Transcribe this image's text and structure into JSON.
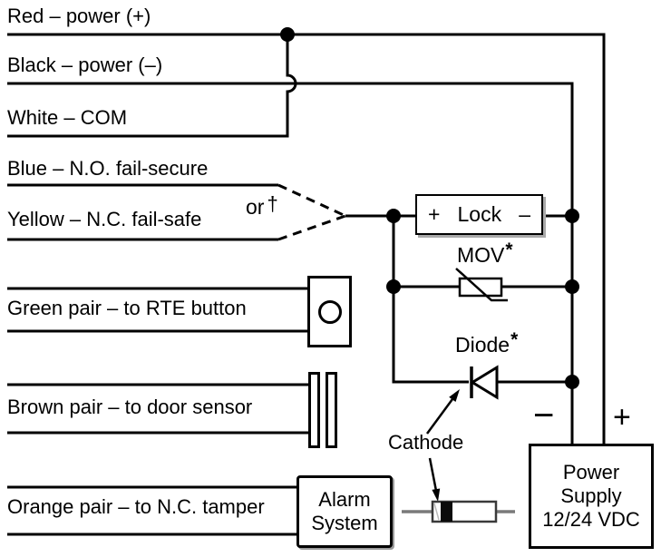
{
  "wire_labels": {
    "red": "Red – power (+)",
    "black": "Black – power (–)",
    "white": "White – COM",
    "blue": "Blue – N.O. fail-secure",
    "yellow": "Yellow – N.C. fail-safe",
    "green": "Green pair – to RTE button",
    "brown": "Brown pair – to door sensor",
    "orange": "Orange pair – to N.C. tamper"
  },
  "annotations": {
    "or": "or",
    "dagger": "†",
    "mov": "MOV",
    "mov_note": "*",
    "diode": "Diode",
    "diode_note": "*",
    "cathode": "Cathode"
  },
  "lock_box": {
    "plus": "+",
    "label": "Lock",
    "minus": "–"
  },
  "power_supply": {
    "minus": "−",
    "plus": "+",
    "lines": [
      "Power",
      "Supply",
      "12/24 VDC"
    ]
  },
  "alarm_system": {
    "lines": [
      "Alarm",
      "System"
    ]
  },
  "colors": {
    "wire": "#000000",
    "background": "#ffffff",
    "lead": "#7a7a7a",
    "diode_body_outline": "#3a3a3a",
    "band": "#0b0b0b"
  }
}
